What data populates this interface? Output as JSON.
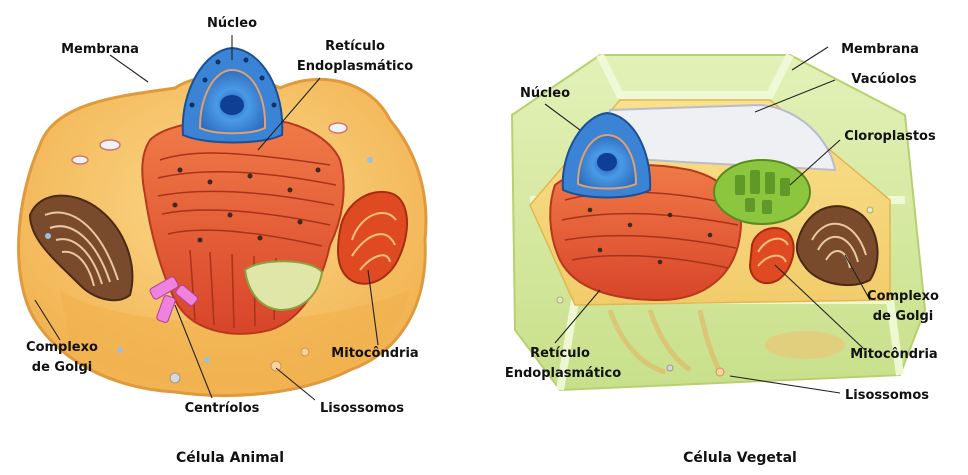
{
  "animal": {
    "caption": "Célula Animal",
    "labels": {
      "nucleo": "Núcleo",
      "membrana": "Membrana",
      "reticulo_1": "Retículo",
      "reticulo_2": "Endoplasmático",
      "golgi_1": "Complexo",
      "golgi_2": "de Golgi",
      "mitocondria": "Mitocôndria",
      "centriolos": "Centríolos",
      "lisossomos": "Lisossomos"
    }
  },
  "vegetal": {
    "caption": "Célula Vegetal",
    "labels": {
      "nucleo": "Núcleo",
      "membrana": "Membrana",
      "vacuolos": "Vacúolos",
      "cloroplastos": "Cloroplastos",
      "golgi_1": "Complexo",
      "golgi_2": "de Golgi",
      "mitocondria": "Mitocôndria",
      "reticulo_1": "Retículo",
      "reticulo_2": "Endoplasmático",
      "lisossomos": "Lisossomos"
    }
  },
  "colors": {
    "cytoplasm": "#f6c062",
    "membrane": "#e9a84a",
    "nucleus": "#2f7fd0",
    "reticulum": "#e0552a",
    "mitochondria": "#e04a22",
    "golgi": "#6b3b22",
    "centrioles": "#e96bd6",
    "cell_wall": "#d6eaa0",
    "chloroplast": "#8cc63f",
    "vacuole": "#eef0f4"
  }
}
